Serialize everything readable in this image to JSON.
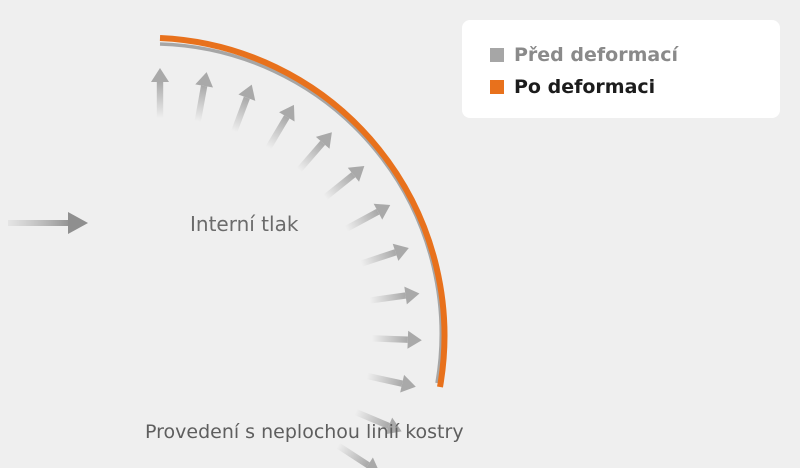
{
  "colors": {
    "before": "#a6a6a6",
    "after": "#e8711c",
    "arrow": "#a9a9a9",
    "background": "#efefef"
  },
  "legend": {
    "before_label": "Před deformací",
    "after_label": "Po deformaci"
  },
  "diagram": {
    "pressure_label": "Interní tlak",
    "caption": "Provedení s neplochou linií kostry"
  }
}
